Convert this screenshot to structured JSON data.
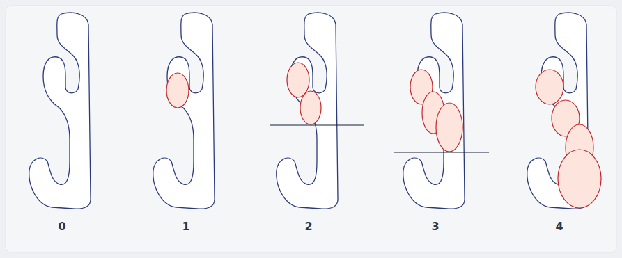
{
  "diagram": {
    "labels": [
      "0",
      "1",
      "2",
      "3",
      "4"
    ]
  }
}
